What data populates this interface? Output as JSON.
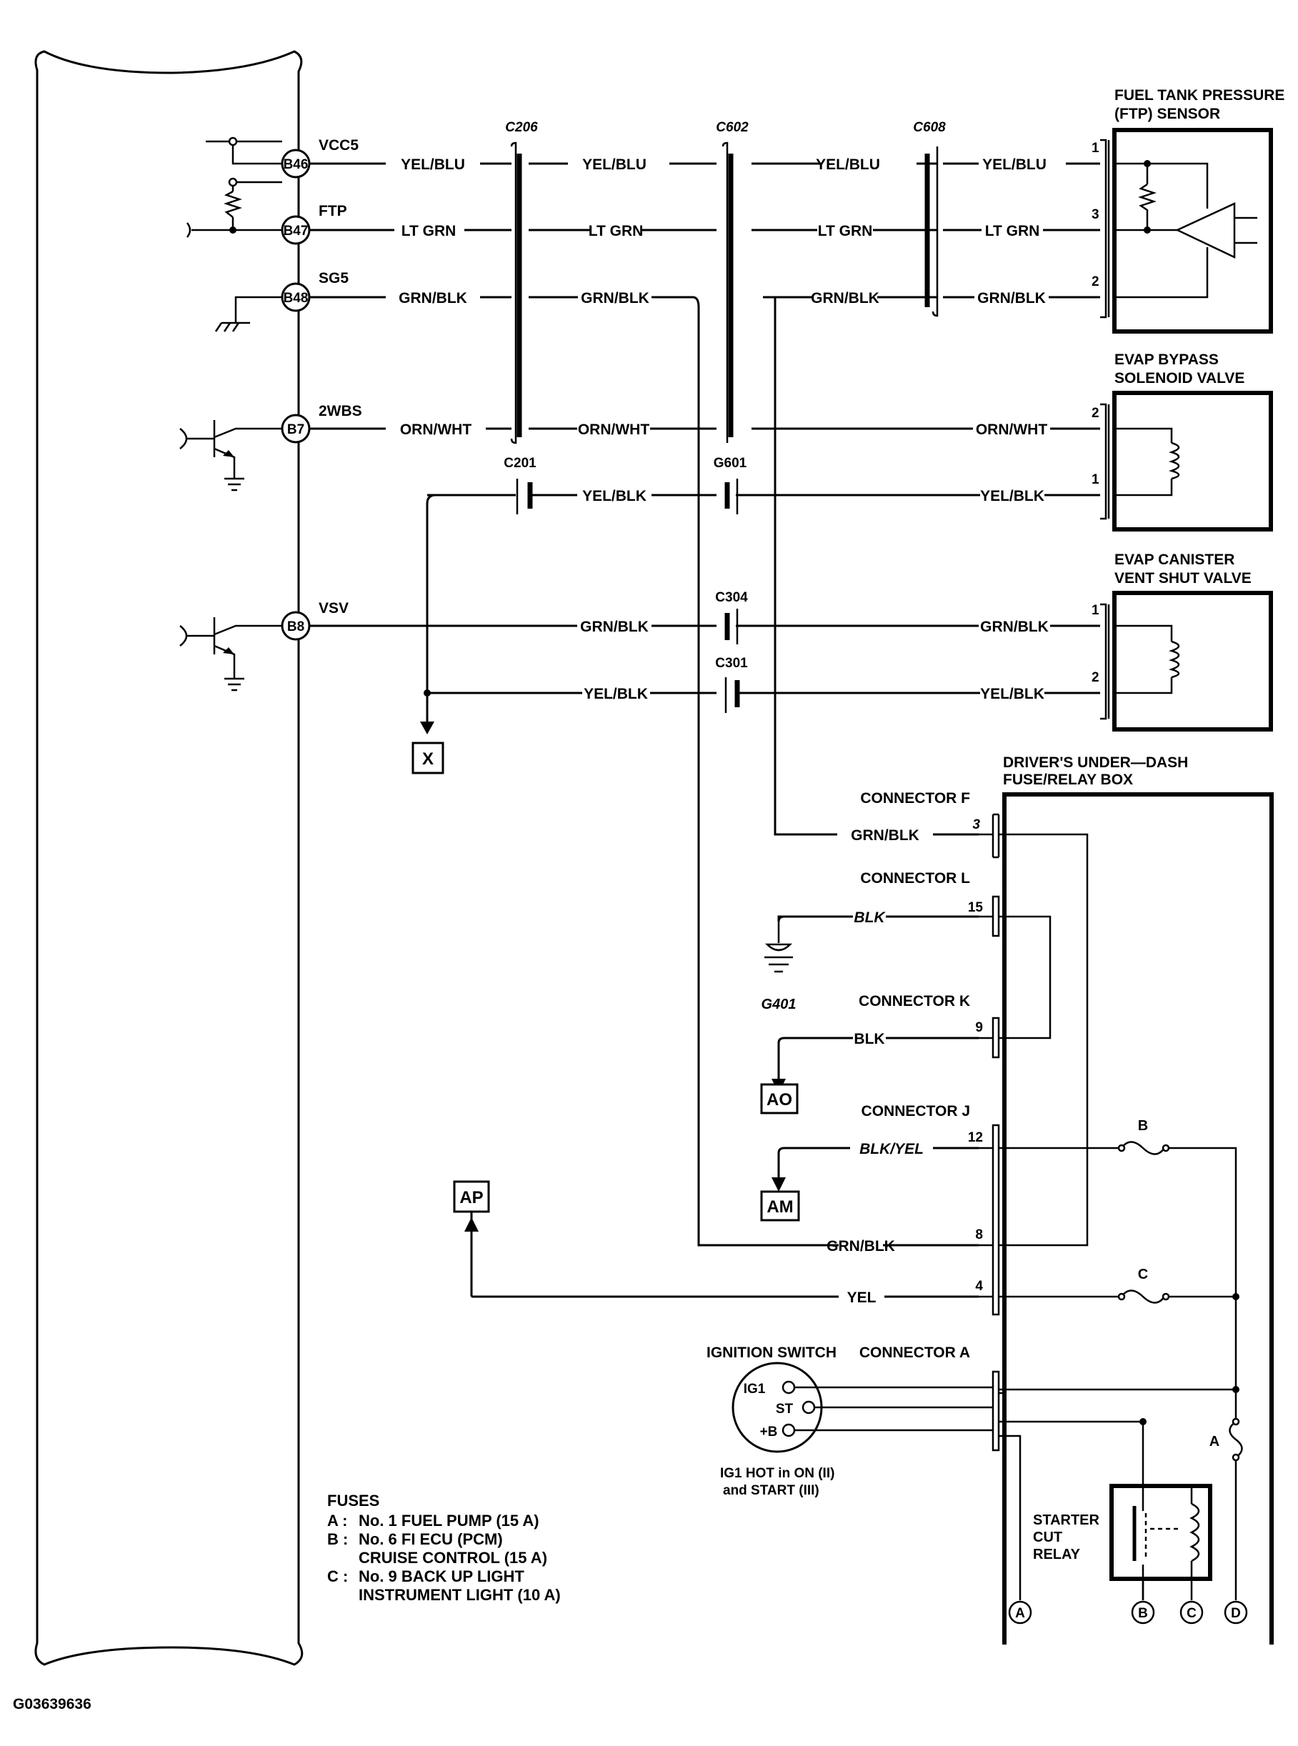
{
  "image_id": "G03639636",
  "pcm_terminals": [
    {
      "pin": "B46",
      "signal": "VCC5"
    },
    {
      "pin": "B47",
      "signal": "FTP"
    },
    {
      "pin": "B48",
      "signal": "SG5"
    },
    {
      "pin": "B7",
      "signal": "2WBS"
    },
    {
      "pin": "B8",
      "signal": "VSV"
    }
  ],
  "connectors": {
    "c206": "C206",
    "c602": "C602",
    "c608": "C608",
    "c201": "C201",
    "g601": "G601",
    "c304": "C304",
    "c301": "C301"
  },
  "wires": {
    "yel_blu": "YEL/BLU",
    "lt_grn": "LT GRN",
    "grn_blk": "GRN/BLK",
    "orn_wht": "ORN/WHT",
    "yel_blk": "YEL/BLK",
    "blk": "BLK",
    "blk_yel": "BLK/YEL",
    "yel": "YEL"
  },
  "components": {
    "ftp_sensor": [
      "FUEL TANK PRESSURE",
      "(FTP) SENSOR"
    ],
    "evap_bypass": [
      "EVAP BYPASS",
      "SOLENOID VALVE"
    ],
    "evap_canister": [
      "EVAP CANISTER",
      "VENT SHUT VALVE"
    ],
    "fuse_box": [
      "DRIVER'S UNDER—DASH",
      "FUSE/RELAY BOX"
    ],
    "starter_relay": [
      "STARTER",
      "CUT",
      "RELAY"
    ]
  },
  "pins": {
    "ftp": [
      "1",
      "3",
      "2"
    ],
    "bypass": [
      "2",
      "1"
    ],
    "canister": [
      "1",
      "2"
    ],
    "f": "3",
    "l": "15",
    "k": "9",
    "j12": "12",
    "j8": "8",
    "j4": "4"
  },
  "fuse_connectors": {
    "f": "CONNECTOR F",
    "l": "CONNECTOR L",
    "k": "CONNECTOR K",
    "j": "CONNECTOR J",
    "a": "CONNECTOR A"
  },
  "ground": "G401",
  "references": {
    "x": "X",
    "ao": "AO",
    "am": "AM",
    "ap": "AP"
  },
  "fuse_ids": {
    "a": "A",
    "b": "B",
    "c": "C"
  },
  "bottom_refs": {
    "a": "A",
    "b": "B",
    "c": "C",
    "d": "D"
  },
  "ignition": {
    "title": "IGNITION SWITCH",
    "ig1": "IG1",
    "st": "ST",
    "b": "+B",
    "note": [
      "IG1 HOT in ON (II)",
      "and START (III)"
    ]
  },
  "fuses_legend": {
    "title": "FUSES",
    "rows": [
      {
        "key": "A :",
        "text": "No. 1 FUEL PUMP (15 A)"
      },
      {
        "key": "B :",
        "text": "No. 6 FI ECU (PCM)"
      },
      {
        "key": "",
        "text": "CRUISE CONTROL  (15 A)"
      },
      {
        "key": "C :",
        "text": "No. 9 BACK UP LIGHT"
      },
      {
        "key": "",
        "text": "INSTRUMENT LIGHT (10 A)"
      }
    ]
  },
  "colors": {
    "line": "#000000",
    "background": "#ffffff"
  }
}
